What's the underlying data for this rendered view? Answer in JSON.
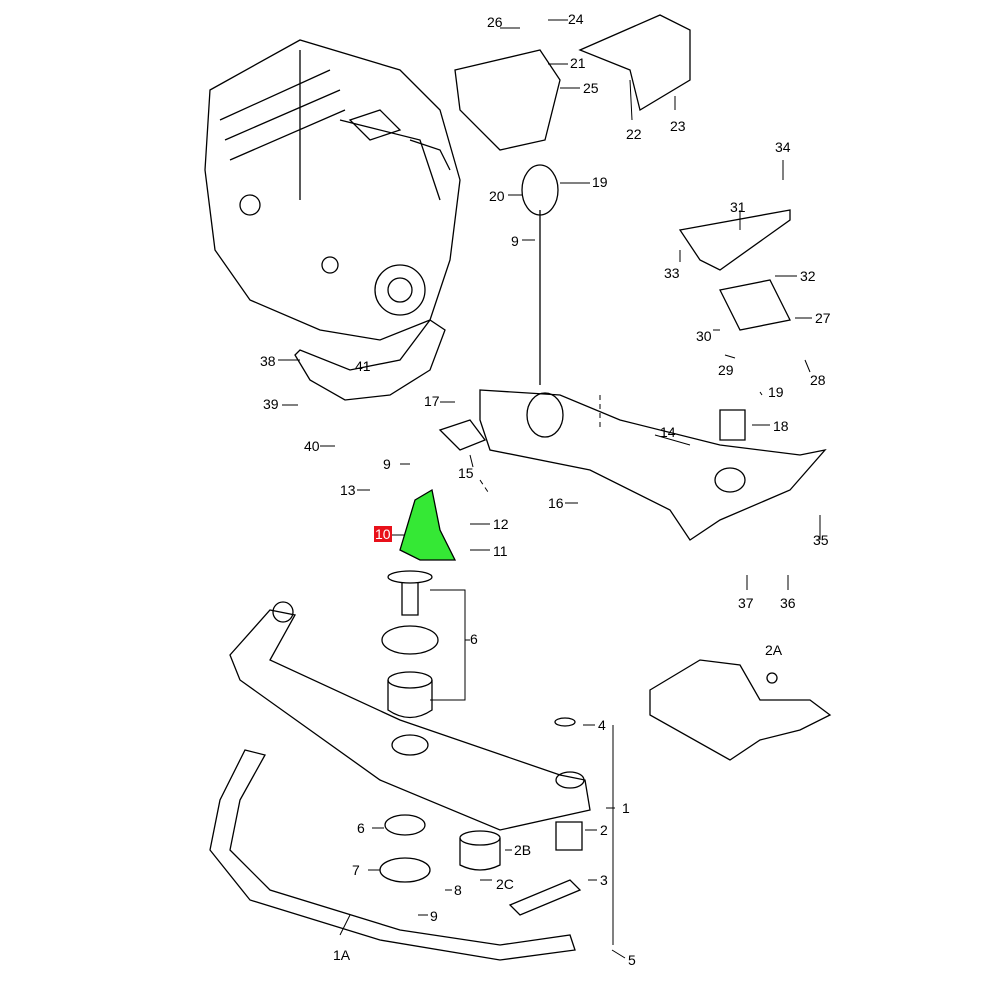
{
  "colors": {
    "highlight_part": "#35e835",
    "highlight_label": "#e8101a",
    "line": "#000000"
  },
  "labels": [
    "26",
    "24",
    "21",
    "25",
    "22",
    "23",
    "34",
    "19",
    "20",
    "9",
    "31",
    "33",
    "32",
    "27",
    "30",
    "29",
    "28",
    "38",
    "41",
    "39",
    "17",
    "19",
    "18",
    "14",
    "40",
    "9",
    "15",
    "13",
    "16",
    "12",
    "10",
    "11",
    "35",
    "37",
    "36",
    "6",
    "2A",
    "4",
    "1",
    "2",
    "2B",
    "6",
    "7",
    "3",
    "2C",
    "8",
    "9",
    "1A",
    "5"
  ]
}
